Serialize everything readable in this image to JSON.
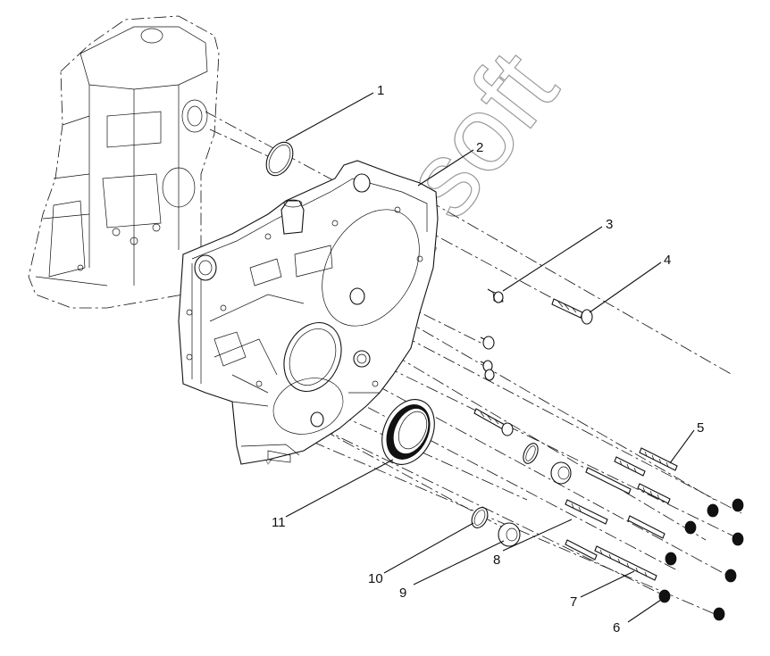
{
  "diagram": {
    "watermark": "Alpha soft",
    "callouts": [
      {
        "id": "c1",
        "label": "1"
      },
      {
        "id": "c2",
        "label": "2"
      },
      {
        "id": "c3",
        "label": "3"
      },
      {
        "id": "c4",
        "label": "4"
      },
      {
        "id": "c5",
        "label": "5"
      },
      {
        "id": "c6",
        "label": "6"
      },
      {
        "id": "c7",
        "label": "7"
      },
      {
        "id": "c8",
        "label": "8"
      },
      {
        "id": "c9",
        "label": "9"
      },
      {
        "id": "c10",
        "label": "10"
      },
      {
        "id": "c11",
        "label": "11"
      }
    ]
  }
}
